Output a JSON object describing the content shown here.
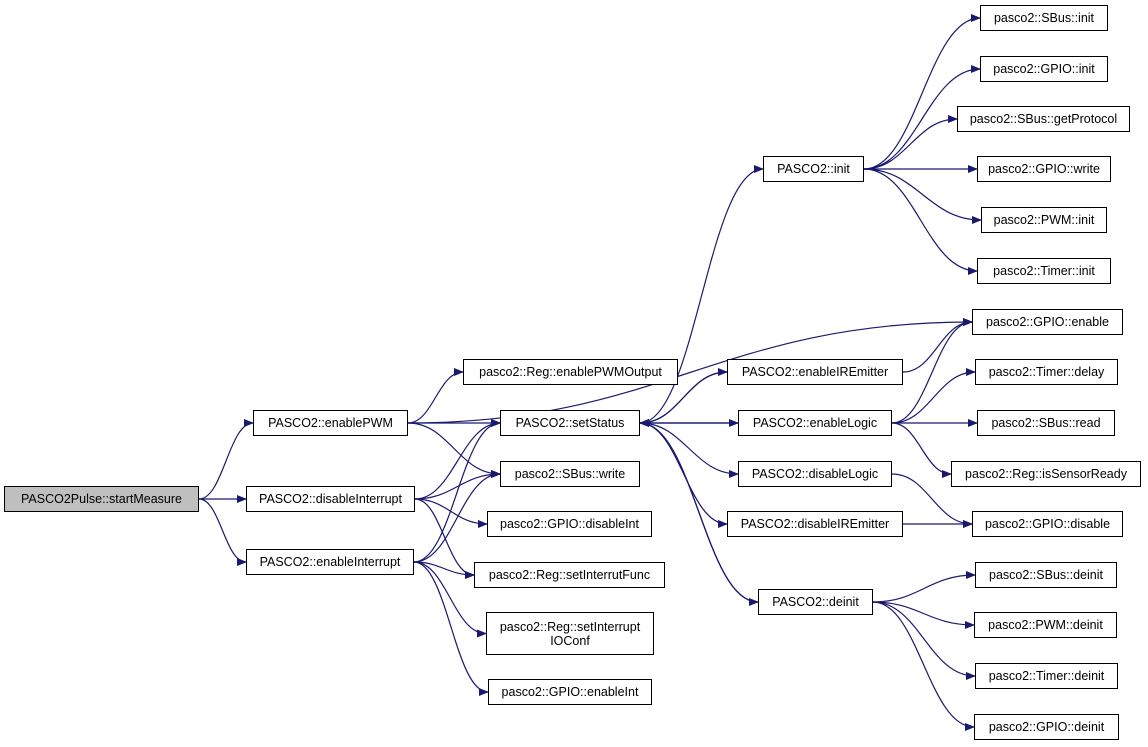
{
  "colors": {
    "edge": "#191970",
    "border": "#000000",
    "root_fill": "#bfbfbf",
    "node_fill": "#ffffff"
  },
  "nodes": {
    "start": {
      "label": "PASCO2Pulse::startMeasure",
      "root": true
    },
    "enablePWM": {
      "label": "PASCO2::enablePWM"
    },
    "disableInt": {
      "label": "PASCO2::disableInterrupt"
    },
    "enableInt": {
      "label": "PASCO2::enableInterrupt"
    },
    "regPWMOut": {
      "label": "pasco2::Reg::enablePWMOutput"
    },
    "setStatus": {
      "label": "PASCO2::setStatus"
    },
    "sbusWrite": {
      "label": "pasco2::SBus::write"
    },
    "gpioDisInt": {
      "label": "pasco2::GPIO::disableInt"
    },
    "setIntFunc": {
      "label": "pasco2::Reg::setInterrutFunc"
    },
    "setIntIO": {
      "label": "pasco2::Reg::setInterrupt",
      "label2": "IOConf"
    },
    "gpioEnInt": {
      "label": "pasco2::GPIO::enableInt"
    },
    "init": {
      "label": "PASCO2::init"
    },
    "enIR": {
      "label": "PASCO2::enableIREmitter"
    },
    "enLogic": {
      "label": "PASCO2::enableLogic"
    },
    "disLogic": {
      "label": "PASCO2::disableLogic"
    },
    "disIR": {
      "label": "PASCO2::disableIREmitter"
    },
    "deinit": {
      "label": "PASCO2::deinit"
    },
    "sbusInit": {
      "label": "pasco2::SBus::init"
    },
    "gpioInit": {
      "label": "pasco2::GPIO::init"
    },
    "getProto": {
      "label": "pasco2::SBus::getProtocol"
    },
    "gpioWrite": {
      "label": "pasco2::GPIO::write"
    },
    "pwmInit": {
      "label": "pasco2::PWM::init"
    },
    "timerInit": {
      "label": "pasco2::Timer::init"
    },
    "gpioEnable": {
      "label": "pasco2::GPIO::enable"
    },
    "timerDelay": {
      "label": "pasco2::Timer::delay"
    },
    "sbusRead": {
      "label": "pasco2::SBus::read"
    },
    "sensorReady": {
      "label": "pasco2::Reg::isSensorReady"
    },
    "gpioDisable": {
      "label": "pasco2::GPIO::disable"
    },
    "sbusDeinit": {
      "label": "pasco2::SBus::deinit"
    },
    "pwmDeinit": {
      "label": "pasco2::PWM::deinit"
    },
    "timerDeinit": {
      "label": "pasco2::Timer::deinit"
    },
    "gpioDeinit": {
      "label": "pasco2::GPIO::deinit"
    }
  },
  "edges": [
    [
      "start",
      "enablePWM"
    ],
    [
      "start",
      "disableInt"
    ],
    [
      "start",
      "enableInt"
    ],
    [
      "enablePWM",
      "regPWMOut"
    ],
    [
      "enablePWM",
      "setStatus"
    ],
    [
      "enablePWM",
      "sbusWrite"
    ],
    [
      "enablePWM",
      "gpioEnable"
    ],
    [
      "disableInt",
      "setStatus"
    ],
    [
      "disableInt",
      "sbusWrite"
    ],
    [
      "disableInt",
      "gpioDisInt"
    ],
    [
      "disableInt",
      "setIntFunc"
    ],
    [
      "enableInt",
      "setStatus"
    ],
    [
      "enableInt",
      "sbusWrite"
    ],
    [
      "enableInt",
      "setIntFunc"
    ],
    [
      "enableInt",
      "setIntIO"
    ],
    [
      "enableInt",
      "gpioEnInt"
    ],
    [
      "setStatus",
      "init"
    ],
    [
      "setStatus",
      "enIR"
    ],
    [
      "setStatus",
      "enLogic"
    ],
    [
      "setStatus",
      "disLogic"
    ],
    [
      "setStatus",
      "disIR"
    ],
    [
      "setStatus",
      "deinit"
    ],
    [
      "init",
      "sbusInit"
    ],
    [
      "init",
      "gpioInit"
    ],
    [
      "init",
      "getProto"
    ],
    [
      "init",
      "gpioWrite"
    ],
    [
      "init",
      "pwmInit"
    ],
    [
      "init",
      "timerInit"
    ],
    [
      "enIR",
      "setStatus"
    ],
    [
      "enIR",
      "gpioEnable"
    ],
    [
      "enLogic",
      "setStatus"
    ],
    [
      "enLogic",
      "gpioEnable"
    ],
    [
      "enLogic",
      "timerDelay"
    ],
    [
      "enLogic",
      "sbusRead"
    ],
    [
      "enLogic",
      "sensorReady"
    ],
    [
      "disLogic",
      "gpioDisable"
    ],
    [
      "disIR",
      "gpioDisable"
    ],
    [
      "deinit",
      "setStatus"
    ],
    [
      "deinit",
      "sbusDeinit"
    ],
    [
      "deinit",
      "pwmDeinit"
    ],
    [
      "deinit",
      "timerDeinit"
    ],
    [
      "deinit",
      "gpioDeinit"
    ]
  ]
}
